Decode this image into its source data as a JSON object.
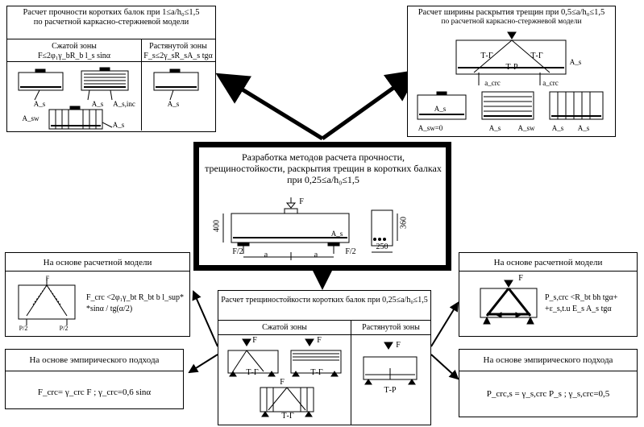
{
  "top_left": {
    "title": "Расчет прочности коротких балок при 1≤a/h₀≤1,5",
    "subtitle": "по расчетной каркасно-стержневой модели",
    "col1_title": "Сжатой зоны",
    "col1_formula": "F≤2φ₁γ_bR_b l_s sinα",
    "col2_title": "Растянутой зоны",
    "col2_formula": "F_s≤2γ_sR_sA_s tgα",
    "lbl_as": "A_s",
    "lbl_asw": "A_sw",
    "lbl_asinc": "A_s,inc",
    "lbl_as2": "A_s",
    "lbl_as3": "A_s",
    "lbl_as4": "A_s"
  },
  "top_right": {
    "title": "Расчет ширины раскрытия трещин при 0,5≤a/h₀≤1,5",
    "subtitle": "по расчетной каркасно-стержневой модели",
    "lbl_tg1": "Т-Г",
    "lbl_tg2": "Т-Г",
    "lbl_tp": "Т-Р",
    "lbl_as": "A_s",
    "lbl_acrc1": "a_crc",
    "lbl_acrc2": "a_crc",
    "lbl_as_b1": "A_s",
    "lbl_asw0": "A_sw=0",
    "lbl_as_b2": "A_s",
    "lbl_asw": "A_sw",
    "lbl_as_b3": "A_s",
    "lbl_as_b4": "A_s"
  },
  "center": {
    "title": "Разработка методов расчета прочности, трещиностойкости, раскрытия трещин в коротких балках при 0,25≤a/h₀≤1,5",
    "force": "F",
    "dim_400": "400",
    "dim_360": "360",
    "dim_250": "250",
    "half_left": "F/2",
    "half_right": "F/2",
    "a_left": "a",
    "a_right": "a",
    "lbl_as": "A_s"
  },
  "bottom_center": {
    "title": "Расчет трещиностойкости коротких балок при 0,25≤a/h₀≤1,5",
    "col1_title": "Сжатой зоны",
    "col2_title": "Растянутой зоны",
    "f1": "F",
    "f2": "F",
    "f3": "F",
    "f4": "F",
    "tg1": "Т-Г",
    "tg2": "Т-Г",
    "tg3": "Т-Г",
    "tp": "Т-Р"
  },
  "left_model": {
    "title": "На основе расчетной модели",
    "formula_line1": "F_crc <2φ₁γ_bt R_bt b l_sup*",
    "formula_line2": "*sinα / tg(α/2)",
    "lbl_f": "F",
    "lbl_p1": "P/2",
    "lbl_p2": "P/2"
  },
  "left_emp": {
    "title": "На основе эмпирического подхода",
    "formula": "F_crc= γ_crc F ;  γ_crc=0,6 sinα"
  },
  "right_model": {
    "title": "На основе расчетной модели",
    "lbl_f": "F",
    "formula_line1": "P_s,crc <R_bt bh tgα+",
    "formula_line2": "+ε_s,t.u E_s A_s tgα"
  },
  "right_emp": {
    "title": "На основе эмпирического подхода",
    "formula": "P_crc,s = γ_s,crc P_s ;  γ_s,crc=0,5"
  }
}
